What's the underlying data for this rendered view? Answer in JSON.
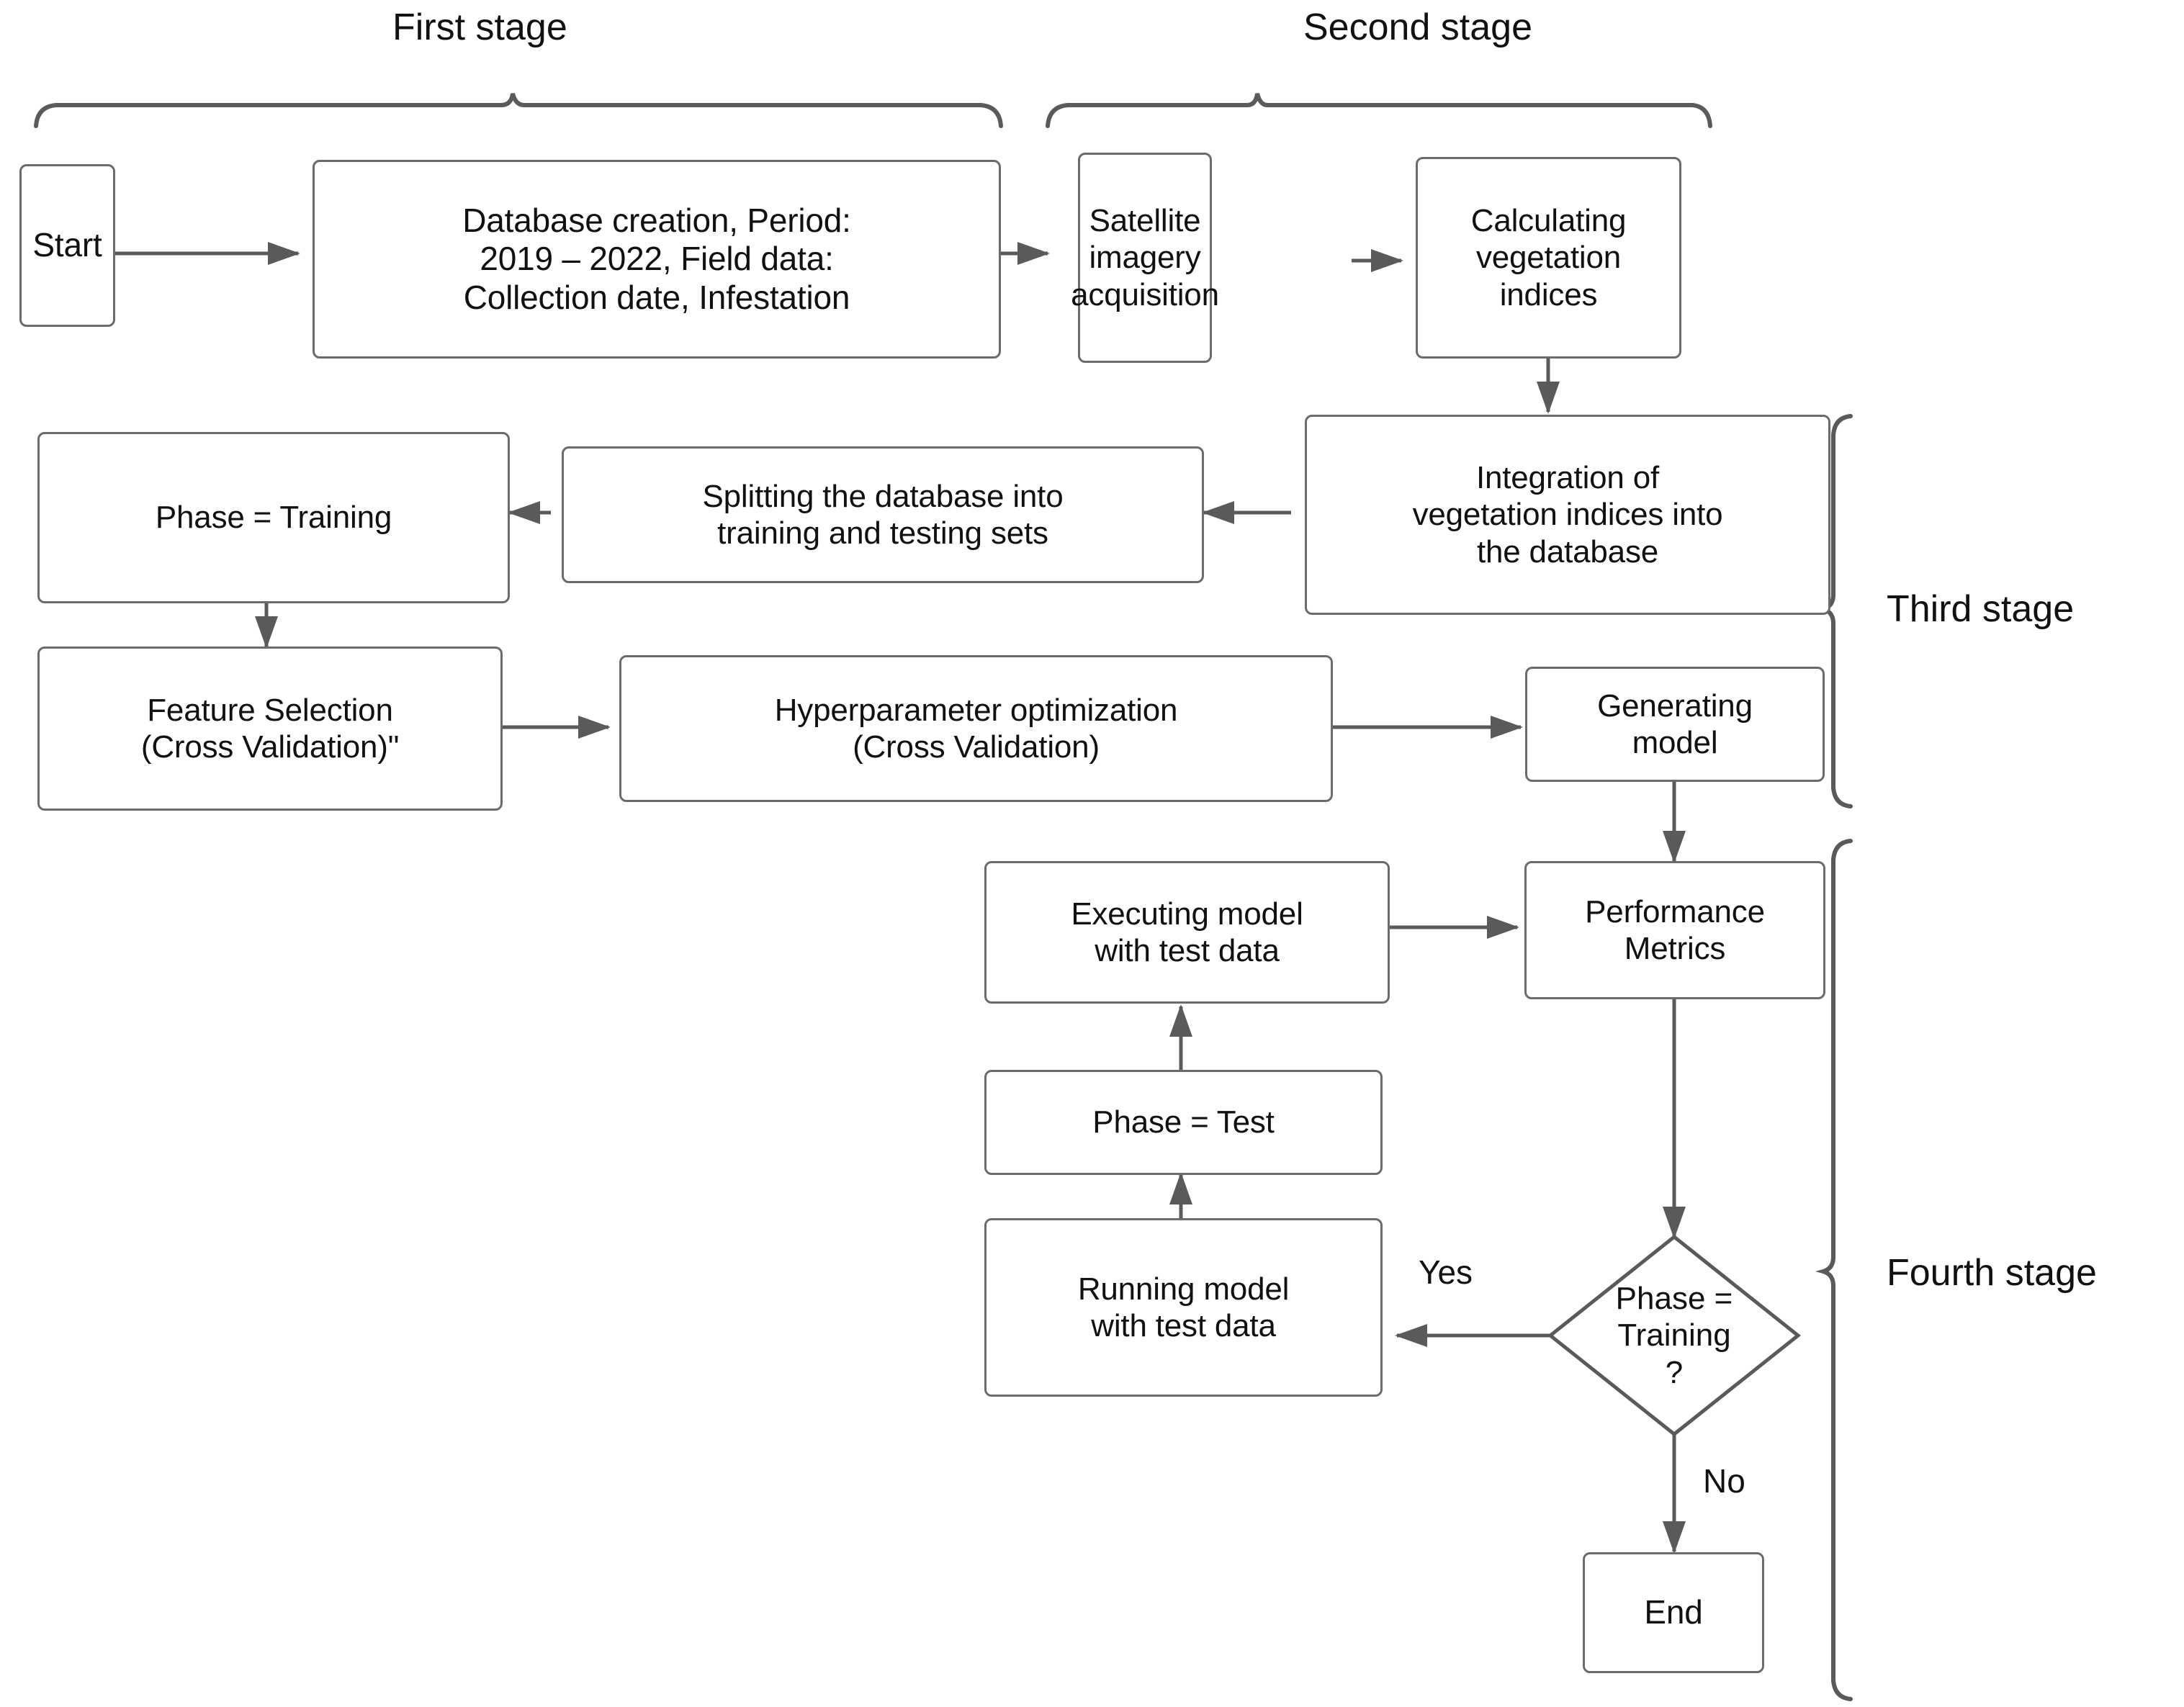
{
  "diagram": {
    "title": "Methodology flowchart",
    "stages": [
      {
        "id": "first",
        "label": "First stage",
        "orientation": "top"
      },
      {
        "id": "second",
        "label": "Second stage",
        "orientation": "top"
      },
      {
        "id": "third",
        "label": "Third stage",
        "orientation": "right"
      },
      {
        "id": "fourth",
        "label": "Fourth stage",
        "orientation": "right"
      }
    ],
    "nodes": [
      {
        "id": "start",
        "shape": "rounded-rect",
        "label": "Start"
      },
      {
        "id": "database",
        "shape": "rounded-rect",
        "label": "Database creation, Period:\n2019 – 2022, Field data:\nCollection date, Infestation"
      },
      {
        "id": "satellite",
        "shape": "rounded-rect",
        "label": "Satellite\nimagery\nacquisition"
      },
      {
        "id": "indices",
        "shape": "rounded-rect",
        "label": "Calculating\nvegetation\nindices"
      },
      {
        "id": "integration",
        "shape": "rounded-rect",
        "label": "Integration of\nvegetation indices into\nthe database"
      },
      {
        "id": "splitting",
        "shape": "rounded-rect",
        "label": "Splitting the database into\ntraining and testing sets"
      },
      {
        "id": "phasetrain",
        "shape": "rounded-rect",
        "label": "Phase = Training"
      },
      {
        "id": "featuresel",
        "shape": "rounded-rect",
        "label": "Feature Selection\n(Cross Validation)\""
      },
      {
        "id": "hyperparam",
        "shape": "rounded-rect",
        "label": "Hyperparameter optimization\n(Cross Validation)"
      },
      {
        "id": "genmodel",
        "shape": "rounded-rect",
        "label": "Generating\nmodel"
      },
      {
        "id": "perfmetrics",
        "shape": "rounded-rect",
        "label": "Performance\nMetrics"
      },
      {
        "id": "execmodel",
        "shape": "rounded-rect",
        "label": "Executing model\nwith test data"
      },
      {
        "id": "phasetest",
        "shape": "rounded-rect",
        "label": "Phase = Test"
      },
      {
        "id": "runmodel",
        "shape": "rounded-rect",
        "label": "Running model\nwith test data"
      },
      {
        "id": "decision",
        "shape": "diamond",
        "label": "Phase =\nTraining\n?"
      },
      {
        "id": "end",
        "shape": "rounded-rect",
        "label": "End"
      }
    ],
    "edge_labels": [
      {
        "id": "yes",
        "label": "Yes"
      },
      {
        "id": "no",
        "label": "No"
      }
    ],
    "colors": {
      "node_border": "#6b6b6b",
      "node_fill": "#ffffff",
      "edge": "#5a5a5a",
      "text": "#111111",
      "background": "#ffffff"
    }
  }
}
